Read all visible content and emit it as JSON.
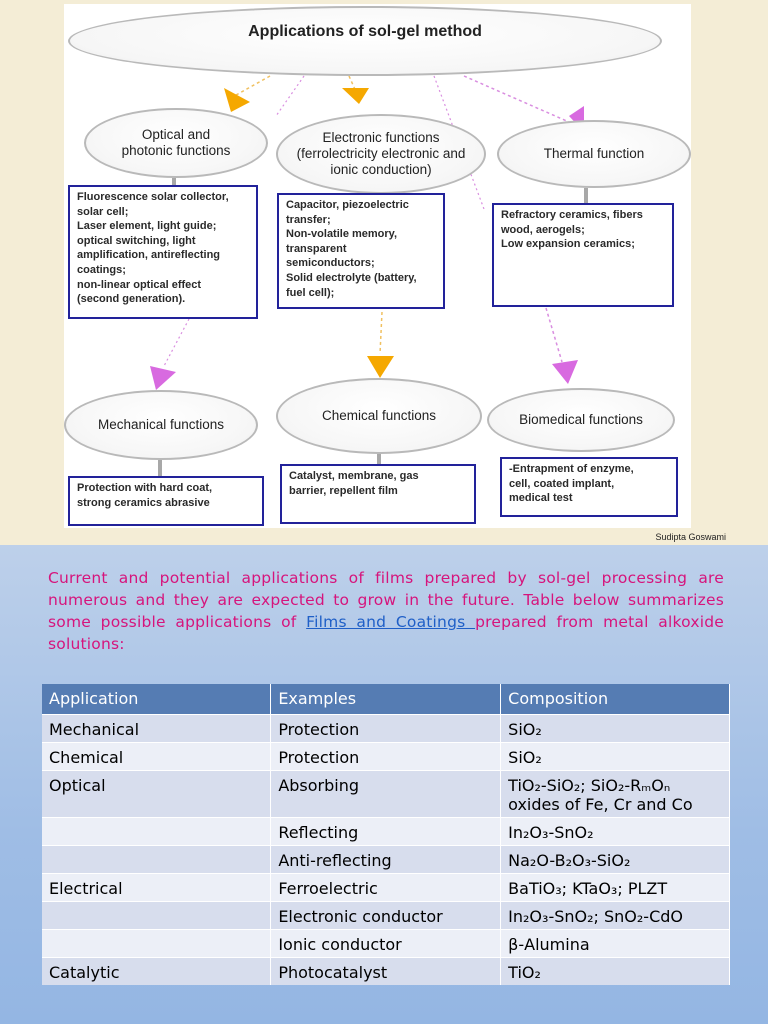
{
  "diagram": {
    "title": "Applications of sol-gel method",
    "nodes": [
      {
        "id": "optical",
        "title": "Optical and\nphotonic functions",
        "detail": "Fluorescence solar collector,\nsolar cell;\nLaser element, light guide;\noptical switching, light\namplification, antireflecting\ncoatings;\nnon-linear optical effect\n(second generation)."
      },
      {
        "id": "electronic",
        "title": "Electronic functions\n(ferrolectricity electronic and\nionic conduction)",
        "detail": "Capacitor, piezoelectric\ntransfer;\nNon-volatile memory,\ntransparent\nsemiconductors;\nSolid electrolyte (battery,\nfuel cell);"
      },
      {
        "id": "thermal",
        "title": "Thermal function",
        "detail": "Refractory ceramics, fibers\nwood, aerogels;\nLow expansion ceramics;"
      },
      {
        "id": "mechanical",
        "title": "Mechanical functions",
        "detail": "Protection with hard coat,\nstrong ceramics abrasive"
      },
      {
        "id": "chemical",
        "title": "Chemical functions",
        "detail": "Catalyst, membrane, gas\nbarrier, repellent film"
      },
      {
        "id": "biomedical",
        "title": "Biomedical functions",
        "detail": "-Entrapment of enzyme,\ncell, coated implant,\nmedical test"
      }
    ],
    "arrow_colors": {
      "orange": "#f5a800",
      "violet": "#d86ae0",
      "dotted_orange": "#f0c060",
      "dotted_violet": "#d98ee0"
    },
    "credit": "Sudipta Goswami"
  },
  "intro": {
    "text_before": "Current and potential applications of films prepared by sol-gel processing are numerous and they are expected to grow in the future. Table below summarizes some possible applications of ",
    "link_text": "Films and Coatings ",
    "text_after": "prepared from metal alkoxide solutions:",
    "color": "#d6147c",
    "link_color": "#1f5fc7"
  },
  "table": {
    "headers": [
      "Application",
      "Examples",
      "Composition"
    ],
    "rows": [
      {
        "application": "Mechanical",
        "example": "Protection",
        "composition": "SiO₂"
      },
      {
        "application": "Chemical",
        "example": "Protection",
        "composition": "SiO₂"
      },
      {
        "application": "Optical",
        "example": "Absorbing",
        "composition": "TiO₂-SiO₂; SiO₂-RₘOₙ\noxides of Fe, Cr and Co"
      },
      {
        "application": "",
        "example": "Reflecting",
        "composition": "In₂O₃-SnO₂"
      },
      {
        "application": "",
        "example": "Anti-reflecting",
        "composition": "Na₂O-B₂O₃-SiO₂"
      },
      {
        "application": "Electrical",
        "example": "Ferroelectric",
        "composition": "BaTiO₃; KTaO₃; PLZT"
      },
      {
        "application": "",
        "example": "Electronic conductor",
        "composition": "In₂O₃-SnO₂; SnO₂-CdO"
      },
      {
        "application": "",
        "example": "Ionic conductor",
        "composition": "β-Alumina"
      },
      {
        "application": "Catalytic",
        "example": "Photocatalyst",
        "composition": "TiO₂"
      }
    ],
    "header_color": "#557cb3"
  }
}
